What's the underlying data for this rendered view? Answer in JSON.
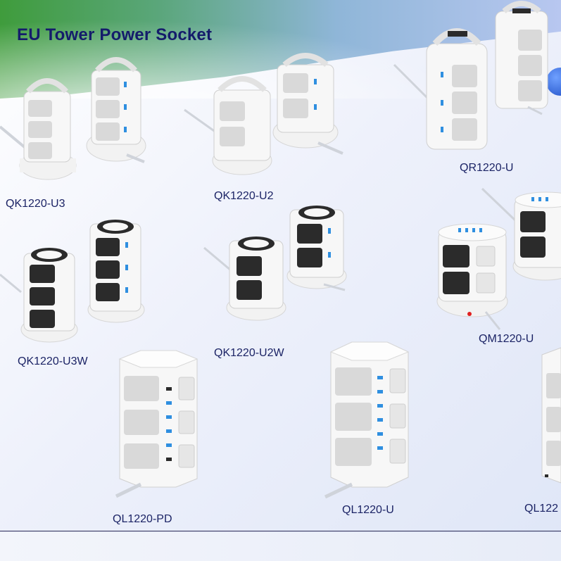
{
  "page": {
    "title": "EU Tower Power Socket"
  },
  "products": [
    {
      "model": "QK1220-U3"
    },
    {
      "model": "QK1220-U2"
    },
    {
      "model": "QR1220-U"
    },
    {
      "model": "QK1220-U3W"
    },
    {
      "model": "QK1220-U2W"
    },
    {
      "model": "QM1220-U"
    },
    {
      "model": "QL1220-PD"
    },
    {
      "model": "QL1220-U"
    },
    {
      "model": "QL122"
    }
  ],
  "colors": {
    "title": "#141c6b",
    "label": "#1b2365",
    "usb_port": "#2f8fe0",
    "socket_dark": "#2b2b2b",
    "socket_light": "#d9d9d9"
  }
}
